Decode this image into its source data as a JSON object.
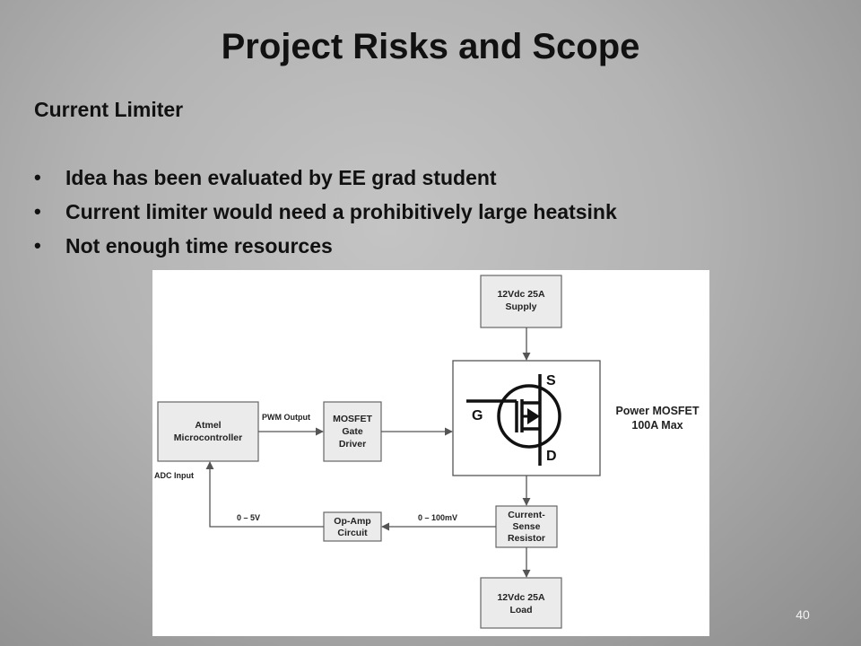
{
  "slide": {
    "title": "Project Risks and Scope",
    "subtitle": "Current Limiter",
    "bullets": [
      "Idea has been evaluated by EE grad student",
      "Current limiter would need a prohibitively large heatsink",
      "Not enough time resources"
    ],
    "page_number": "40"
  },
  "diagram": {
    "supply": [
      "12Vdc 25A",
      "Supply"
    ],
    "mcu": [
      "Atmel",
      "Microcontroller"
    ],
    "gate_driver": [
      "MOSFET",
      "Gate",
      "Driver"
    ],
    "opamp": [
      "Op-Amp",
      "Circuit"
    ],
    "sense": [
      "Current-",
      "Sense",
      "Resistor"
    ],
    "load": [
      "12Vdc 25A",
      "Load"
    ],
    "mosfet_label": [
      "Power MOSFET",
      "100A Max"
    ],
    "pin_s": "S",
    "pin_g": "G",
    "pin_d": "D",
    "pwm_label": "PWM Output",
    "adc_label": "ADC Input",
    "v_label": "0 – 5V",
    "mv_label": "0 – 100mV"
  }
}
